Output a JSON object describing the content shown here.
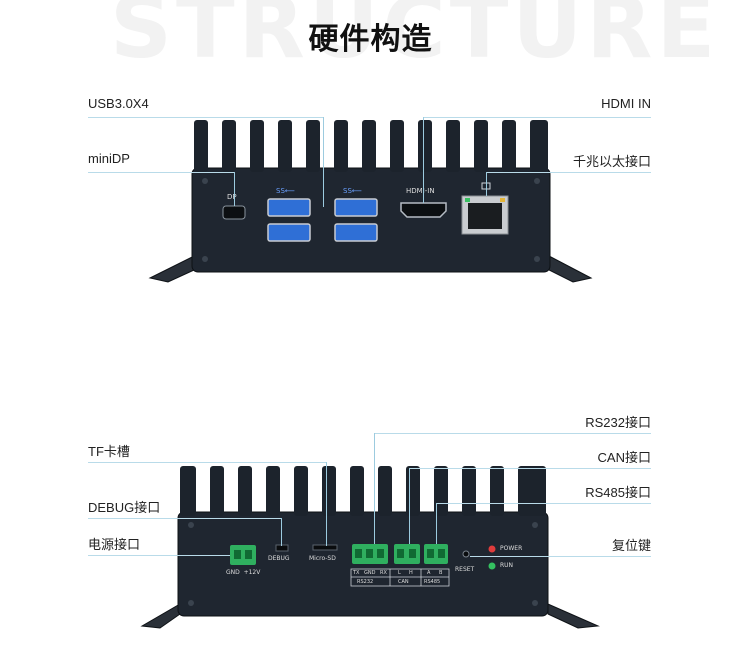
{
  "watermark": "STRUCTURE",
  "title": "硬件构造",
  "front": {
    "labels": {
      "usb": "USB3.0X4",
      "minidp": "miniDP",
      "hdmi": "HDMI IN",
      "ethernet": "千兆以太接口"
    },
    "port_prints": {
      "dp": "DP",
      "hdmi": "HDMI-IN",
      "usb_logo_left": "SS⟵",
      "usb_logo_right": "SS⟵"
    }
  },
  "back": {
    "labels": {
      "tf": "TF卡槽",
      "debug": "DEBUG接口",
      "power": "电源接口",
      "rs232": "RS232接口",
      "can": "CAN接口",
      "rs485": "RS485接口",
      "reset": "复位键"
    },
    "port_prints": {
      "power_pins": "GND  +12V",
      "debug": "DEBUG",
      "microsd": "Micro-SD",
      "pins": [
        "TX",
        "GND",
        "RX",
        "L",
        "H",
        "A",
        "B"
      ],
      "group_rs232": "RS232",
      "group_can": "CAN",
      "group_rs485": "RS485",
      "reset": "RESET",
      "power_led": "POWER",
      "run_led": "RUN"
    }
  },
  "colors": {
    "chassis": "#1f2630",
    "usb_blue": "#2f6fd6",
    "terminal_green": "#2faf5f",
    "callout_line": "#b9dbe9",
    "led_red": "#e03c3c",
    "led_green": "#34c060"
  }
}
